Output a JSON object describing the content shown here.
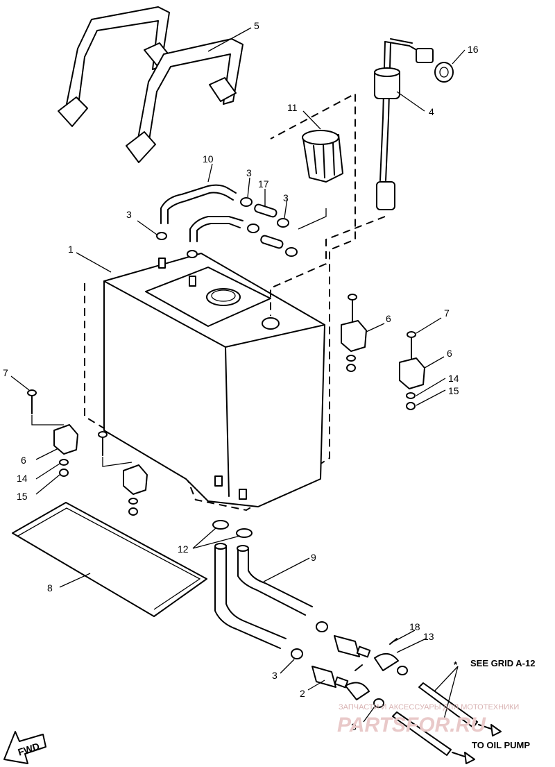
{
  "callouts": {
    "c1": "1",
    "c2": "2",
    "c3a": "3",
    "c3b": "3",
    "c3c": "3",
    "c3d": "3",
    "c3e": "3",
    "c4": "4",
    "c5": "5",
    "c6a": "6",
    "c6b": "6",
    "c6c": "6",
    "c7a": "7",
    "c7b": "7",
    "c8": "8",
    "c9": "9",
    "c10": "10",
    "c11": "11",
    "c12": "12",
    "c13": "13",
    "c14a": "14",
    "c14b": "14",
    "c15a": "15",
    "c15b": "15",
    "c16": "16",
    "c17": "17",
    "c18": "18"
  },
  "notes": {
    "see_grid": "SEE GRID A-12",
    "see_grid_star": "*",
    "to_oil_pump": "TO OIL PUMP",
    "fwd": "FWD"
  },
  "watermark": {
    "line1": "ЗАПЧАСТИ И АКСЕССУАРЫ ДЛЯ МОТОТЕХНИКИ",
    "line2": "PARTSFOR.RU"
  }
}
